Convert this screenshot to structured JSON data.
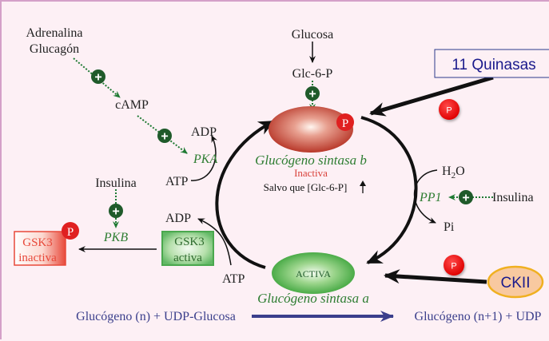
{
  "labels": {
    "adrenalina": "Adrenalina",
    "glucagon": "Glucagón",
    "camp": "cAMP",
    "pka": "PKA",
    "adp_top": "ADP",
    "atp_top": "ATP",
    "insulina_left": "Insulina",
    "pkb": "PKB",
    "adp_mid": "ADP",
    "atp_bottom": "ATP",
    "glucosa": "Glucosa",
    "glc6p": "Glc-6-P",
    "gs_b_name": "Glucógeno sintasa b",
    "gs_b_state": "Inactiva",
    "gs_b_note": "Salvo que [Glc-6-P]",
    "gs_a_inner": "ACTIVA",
    "gs_a_name": "Glucógeno sintasa a",
    "h2o_main": "H",
    "h2o_sub": "2",
    "h2o_end": "O",
    "pp1": "PP1",
    "insulina_right": "Insulina",
    "pi": "Pi",
    "gsk3_inactive_line1": "GSK3",
    "gsk3_inactive_line2": "inactiva",
    "gsk3_active_line1": "GSK3",
    "gsk3_active_line2": "activa",
    "quinasas": "11 Quinasas",
    "ckii": "CKII",
    "reaction_left": "Glucógeno (n) + UDP-Glucosa",
    "reaction_right": "Glucógeno (n+1) + UDP",
    "phospho": "P",
    "plus": "+"
  },
  "icons": {
    "activation": "plus-circle-icon",
    "phosphate": "phosphate-badge-icon",
    "increase": "up-arrow-icon"
  },
  "colors": {
    "background": "#fdf0f5",
    "frame": "#d4a0c8",
    "enzyme_green": "#2e7d32",
    "activator_green": "#1f5a2a",
    "inactive_red": "#d9413a",
    "phosphate_red": "#ee1c1c",
    "reaction_blue": "#3b3f8c",
    "quinasas_blue": "#1a1a8c",
    "ckii_fill": "#f8c9a0",
    "ckii_border": "#f0b020"
  }
}
